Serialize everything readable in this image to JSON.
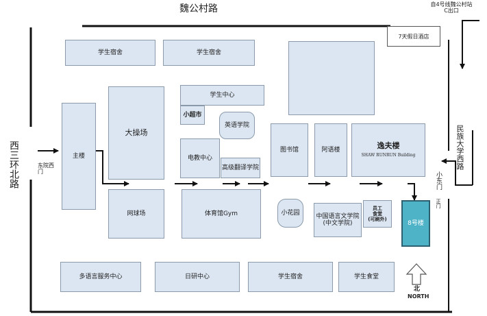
{
  "roads": {
    "weigongcun": "魏公村路",
    "west_third_ring": "西三环北路",
    "minzu_west": "民族大学西路"
  },
  "labels": {
    "subway_exit": "自4号线魏公村站C出口",
    "east_gate": "东院西门",
    "small_east_gate": "小东门",
    "side_gate": "正门",
    "north_letter": "北",
    "north_word": "NORTH"
  },
  "buildings": {
    "hotel": "7天假日酒店",
    "dorm_top_left": "学生宿舍",
    "dorm_top_mid": "学生宿舍",
    "student_center": "学生中心",
    "mini_market": "小超市",
    "english_school": "英语学院",
    "main_building": "主楼",
    "big_field": "大操场",
    "av_center": "电教中心",
    "translation_school": "高级翻译学院",
    "library": "图书馆",
    "arabic_building": "阿语楼",
    "shaw_cn": "逸夫楼",
    "shaw_en": "SHAW RUNRUN Building",
    "tennis_court": "网球场",
    "gym": "体育馆Gym",
    "garden": "小花园",
    "chinese_school_1": "中国语言文学院",
    "chinese_school_2": "(中文学院)",
    "staff_canteen_1": "员工",
    "staff_canteen_2": "食堂",
    "staff_canteen_3": "(可刷外)",
    "building_8": "8号楼",
    "multilang_center": "多语言服务中心",
    "japan_center": "日研中心",
    "dorm_bottom": "学生宿舍",
    "student_canteen": "学生食堂"
  },
  "colors": {
    "building_fill": "#dce6f2",
    "highlight_fill": "#4fb3c7"
  }
}
